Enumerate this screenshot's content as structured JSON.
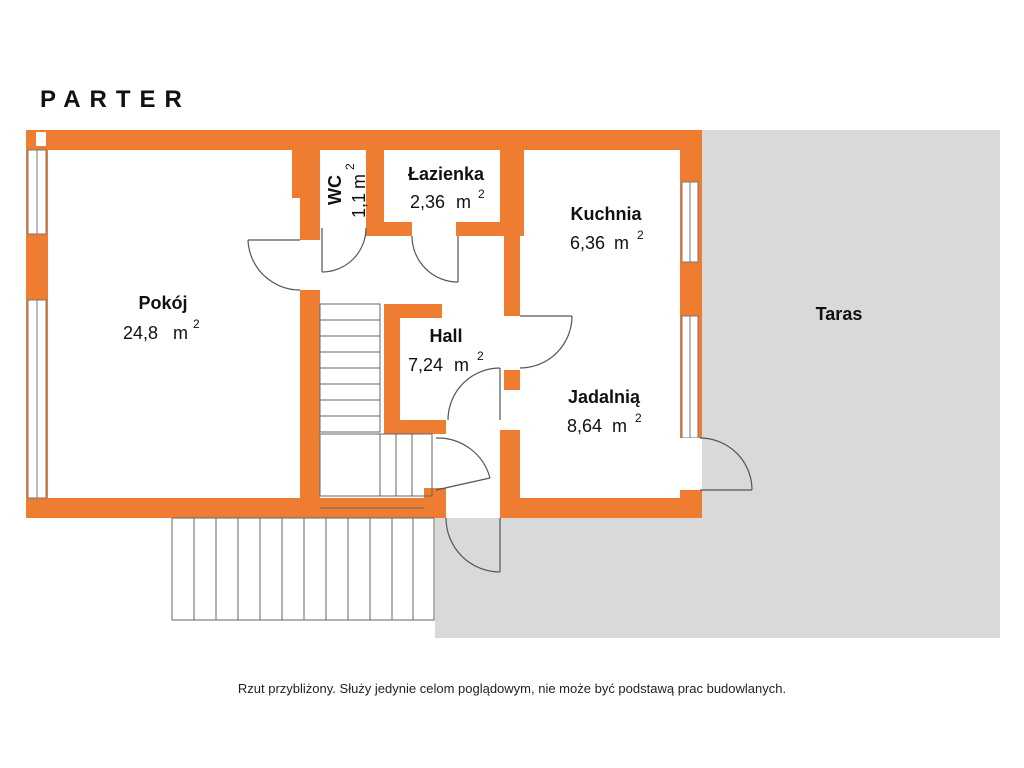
{
  "title": "PARTER",
  "note": "Rzut przybliżony. Służy jedynie celom poglądowym, nie może być podstawą prac budowlanych.",
  "unit": "m",
  "unit_exp": "2",
  "colors": {
    "wall": "#EE7D32",
    "terrace": "#D9D9D9",
    "line": "#555555"
  },
  "rooms": [
    {
      "id": "pokoj",
      "name": "Pokój",
      "area": "24,8"
    },
    {
      "id": "wc",
      "name": "WC",
      "area": "1,1"
    },
    {
      "id": "lazienka",
      "name": "Łazienka",
      "area": "2,36"
    },
    {
      "id": "kuchnia",
      "name": "Kuchnia",
      "area": "6,36"
    },
    {
      "id": "hall",
      "name": "Hall",
      "area": "7,24"
    },
    {
      "id": "jadalnia",
      "name": "Jadalnią",
      "area": "8,64"
    }
  ],
  "terrace": {
    "name": "Taras"
  }
}
